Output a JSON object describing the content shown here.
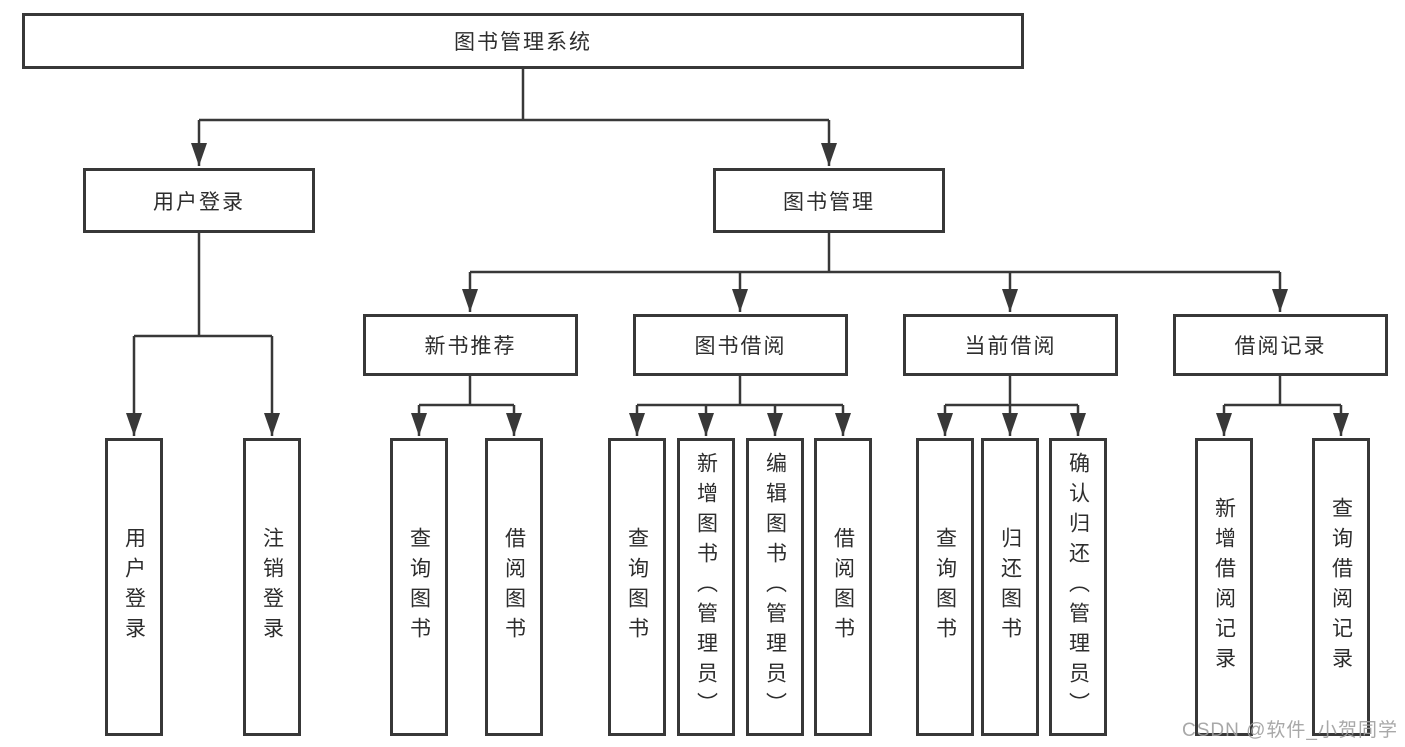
{
  "colors": {
    "background": "#ffffff",
    "box_border": "#383838",
    "connector_line": "#383838",
    "text": "#2d2d2d",
    "watermark_text": "#9e9e9e"
  },
  "watermark": "CSDN @软件_小贺同学",
  "tree": {
    "root": {
      "label": "图书管理系统"
    },
    "level2": [
      {
        "label": "用户登录",
        "parent": "图书管理系统"
      },
      {
        "label": "图书管理",
        "parent": "图书管理系统"
      }
    ],
    "level3": [
      {
        "label": "新书推荐",
        "parent": "图书管理"
      },
      {
        "label": "图书借阅",
        "parent": "图书管理"
      },
      {
        "label": "当前借阅",
        "parent": "图书管理"
      },
      {
        "label": "借阅记录",
        "parent": "图书管理"
      }
    ],
    "leaves": [
      {
        "label": "用户登录",
        "parent": "用户登录"
      },
      {
        "label": "注销登录",
        "parent": "用户登录"
      },
      {
        "label": "查询图书",
        "parent": "新书推荐"
      },
      {
        "label": "借阅图书",
        "parent": "新书推荐"
      },
      {
        "label": "查询图书",
        "parent": "图书借阅"
      },
      {
        "label": "新增图书（管理员）",
        "parent": "图书借阅"
      },
      {
        "label": "编辑图书（管理员）",
        "parent": "图书借阅"
      },
      {
        "label": "借阅图书",
        "parent": "图书借阅"
      },
      {
        "label": "查询图书",
        "parent": "当前借阅"
      },
      {
        "label": "归还图书",
        "parent": "当前借阅"
      },
      {
        "label": "确认归还（管理员）",
        "parent": "当前借阅"
      },
      {
        "label": "新增借阅记录",
        "parent": "借阅记录"
      },
      {
        "label": "查询借阅记录",
        "parent": "借阅记录"
      }
    ]
  }
}
